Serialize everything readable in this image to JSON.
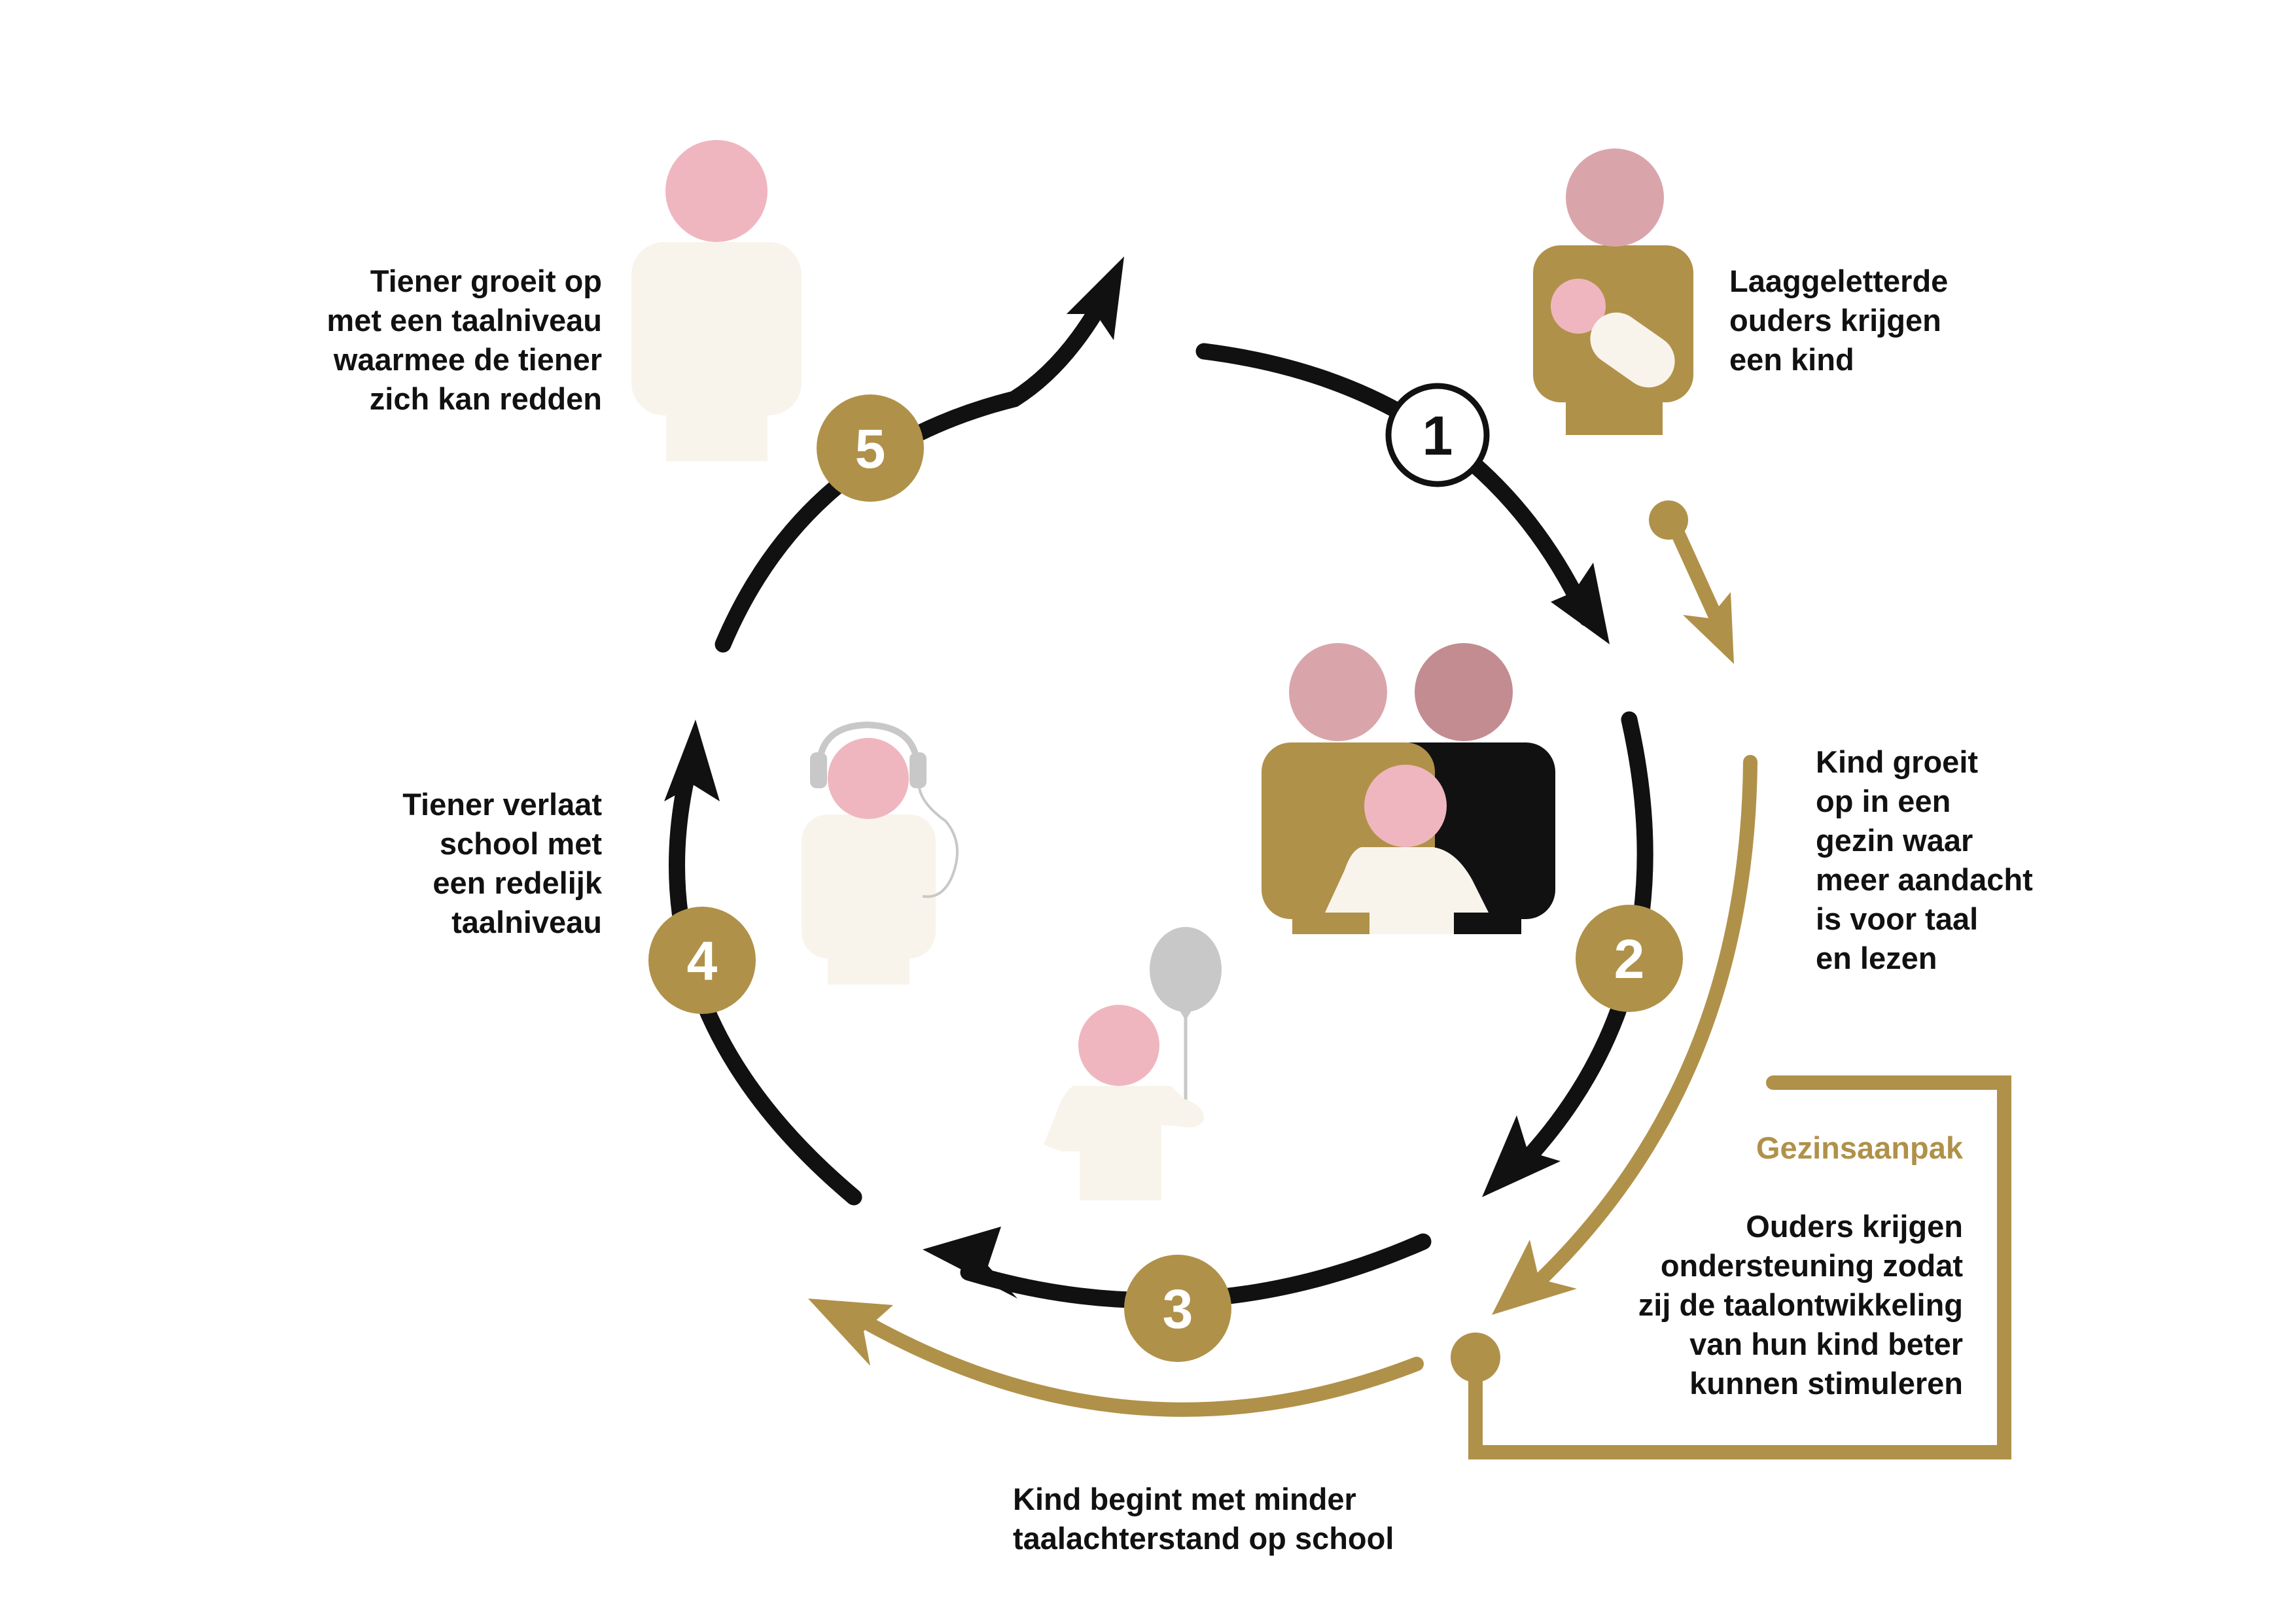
{
  "steps": {
    "s1": {
      "number": "1",
      "lines": [
        "Laaggeletterde",
        "ouders krijgen",
        "een kind"
      ]
    },
    "s2": {
      "number": "2",
      "lines": [
        "Kind groeit",
        "op in een",
        "gezin waar",
        "meer aandacht",
        "is voor taal",
        "en lezen"
      ]
    },
    "s3": {
      "number": "3",
      "lines": [
        "Kind begint met minder",
        "taalachterstand op school"
      ]
    },
    "s4": {
      "number": "4",
      "lines": [
        "Tiener verlaat",
        "school met",
        "een redelijk",
        "taalniveau"
      ]
    },
    "s5": {
      "number": "5",
      "lines": [
        "Tiener groeit op",
        "met een taalniveau",
        "waarmee de tiener",
        "zich kan redden"
      ]
    }
  },
  "intervention": {
    "title": "Gezinsaanpak",
    "lines": [
      "Ouders krijgen",
      "ondersteuning zodat",
      "zij de taalontwikkeling",
      "van hun kind beter",
      "kunnen stimuleren"
    ]
  },
  "colors": {
    "gold": "#b09149",
    "black": "#111111",
    "pink": "#efb6bf",
    "dusty_pink": "#d9a5ab",
    "mauve": "#c38c91",
    "cream": "#f8f4ec",
    "grey": "#c8c8c8"
  }
}
